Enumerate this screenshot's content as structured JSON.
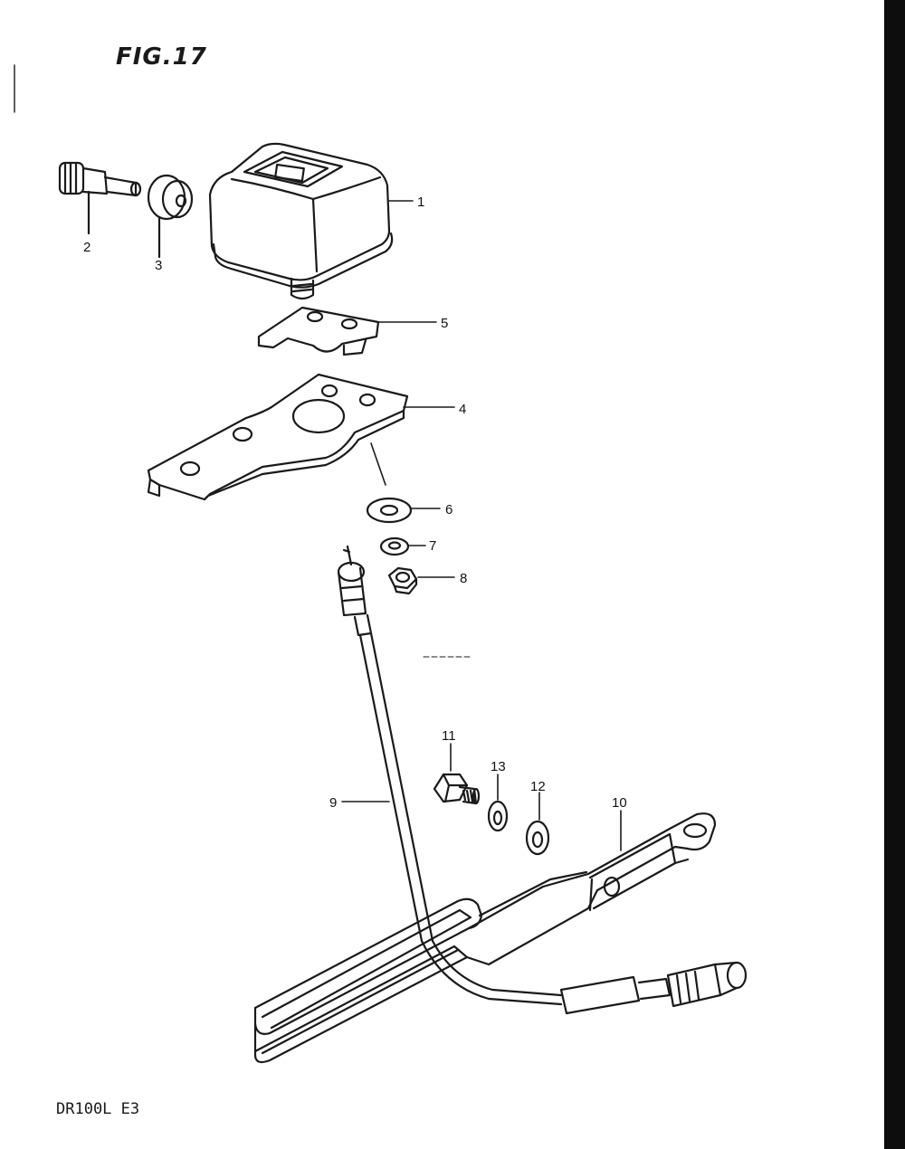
{
  "figure_title": "FIG.17",
  "footer_model": "DR100L E3",
  "parts": [
    {
      "number": "1",
      "icon": "speedometer-housing-icon"
    },
    {
      "number": "2",
      "icon": "bulb-socket-icon"
    },
    {
      "number": "3",
      "icon": "grommet-icon"
    },
    {
      "number": "4",
      "icon": "bracket-icon"
    },
    {
      "number": "5",
      "icon": "plate-icon"
    },
    {
      "number": "6",
      "icon": "washer-icon"
    },
    {
      "number": "7",
      "icon": "lock-washer-icon"
    },
    {
      "number": "8",
      "icon": "nut-icon"
    },
    {
      "number": "9",
      "icon": "cable-icon"
    },
    {
      "number": "10",
      "icon": "guide-bracket-icon"
    },
    {
      "number": "11",
      "icon": "bolt-icon"
    },
    {
      "number": "12",
      "icon": "washer-icon"
    },
    {
      "number": "13",
      "icon": "lock-washer-icon"
    }
  ],
  "colors": {
    "line": "#1a1a1a",
    "background": "#ffffff",
    "edge_bar": "#0d0d0d"
  }
}
